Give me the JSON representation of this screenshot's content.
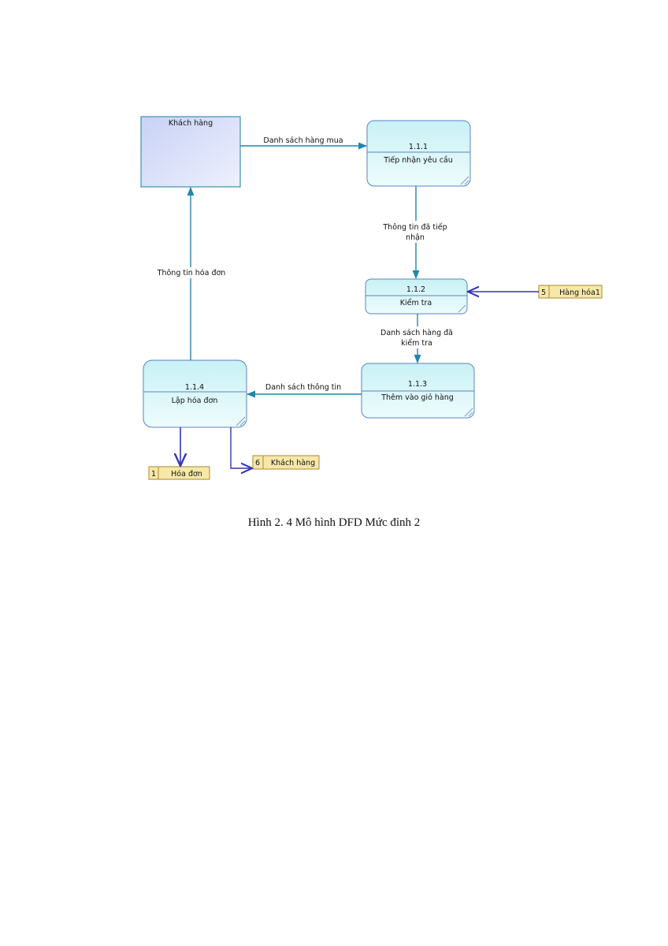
{
  "caption": "Hình 2. 4 Mô hình DFD Mức đỉnh 2",
  "colors": {
    "entity_fill_top": "#c9d2f5",
    "entity_fill_bottom": "#eef0fd",
    "entity_stroke": "#3e8fb4",
    "process_fill_top": "#c8f1f5",
    "process_fill_bottom": "#eefcfd",
    "process_stroke": "#5a83c0",
    "store_fill": "#f7e8a8",
    "store_stroke": "#a98a2c",
    "flow_teal": "#1f86ad",
    "flow_blue": "#3434b8"
  },
  "entity": {
    "label": "Khách hàng"
  },
  "processes": [
    {
      "id": "1.1.1",
      "label": "Tiếp nhận yêu cầu"
    },
    {
      "id": "1.1.2",
      "label": "Kiểm tra"
    },
    {
      "id": "1.1.3",
      "label": "Thêm vào giỏ hàng"
    },
    {
      "id": "1.1.4",
      "label": "Lập hóa đơn"
    }
  ],
  "stores": [
    {
      "num": "5",
      "label": "Hàng hóa1"
    },
    {
      "num": "1",
      "label": "Hóa đơn"
    },
    {
      "num": "6",
      "label": "Khách hàng"
    }
  ],
  "flows": {
    "danh_sach_hang_mua": "Danh sách hàng mua",
    "thong_tin_da_tiep_nhan_1": "Thông tin đã tiếp",
    "thong_tin_da_tiep_nhan_2": "nhận",
    "danh_sach_hang_da_kiem_tra_1": "Danh sách hàng đã",
    "danh_sach_hang_da_kiem_tra_2": "kiểm tra",
    "danh_sach_thong_tin": "Danh sách thông tin",
    "thong_tin_hoa_don": "Thông tin hóa đơn"
  }
}
